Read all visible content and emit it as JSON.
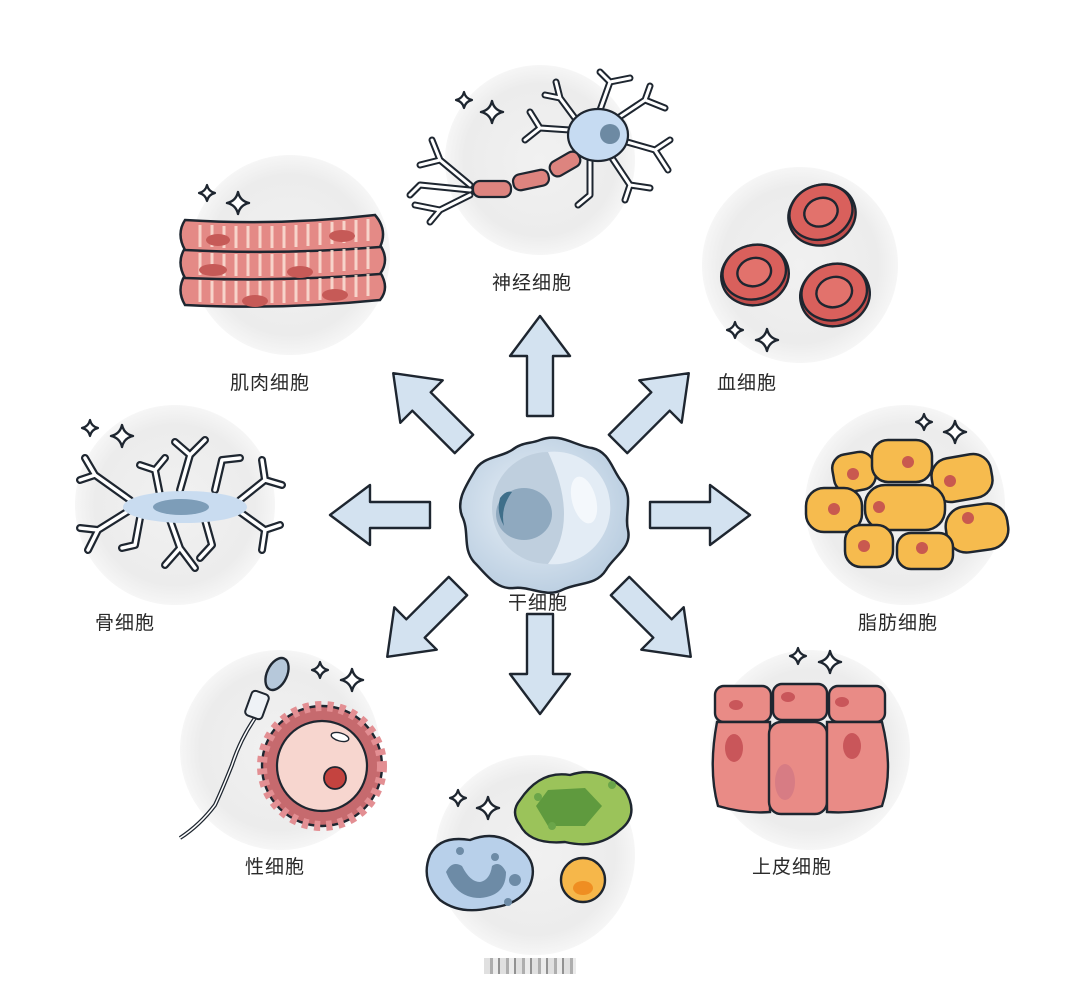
{
  "diagram": {
    "center": {
      "label": "干细胞",
      "icon": "stem-cell-icon"
    },
    "cells": [
      {
        "key": "nerve",
        "label": "神经细胞",
        "icon": "neuron-icon"
      },
      {
        "key": "muscle",
        "label": "肌肉细胞",
        "icon": "muscle-fiber-icon"
      },
      {
        "key": "blood",
        "label": "血细胞",
        "icon": "red-blood-cell-icon"
      },
      {
        "key": "bone",
        "label": "骨细胞",
        "icon": "osteocyte-icon"
      },
      {
        "key": "fat",
        "label": "脂肪细胞",
        "icon": "adipocyte-icon"
      },
      {
        "key": "sex",
        "label": "性细胞",
        "icon": "sperm-egg-icon"
      },
      {
        "key": "immune",
        "label": "",
        "icon": "immune-cells-icon"
      },
      {
        "key": "epithelial",
        "label": "上皮细胞",
        "icon": "epithelial-cells-icon"
      }
    ],
    "colors": {
      "arrow_fill": "#d3e2f0",
      "outline": "#1e2630",
      "halo": "#efefef",
      "muscle": "#e48a86",
      "blood": "#d9605c",
      "fat": "#f6bb4e",
      "fat_nucleus": "#c9594f",
      "bone_body": "#c9dcf0",
      "neuron_body": "#c6dbf2",
      "myelin": "#dd847f",
      "epithelial": "#e98b86",
      "immune_green": "#9bc35a",
      "immune_blue": "#b8d0ea",
      "immune_orange": "#f6b74a",
      "stem_body": "#d5e2ef"
    }
  },
  "footer": {
    "watermark": "▌▌▌▌▌"
  }
}
